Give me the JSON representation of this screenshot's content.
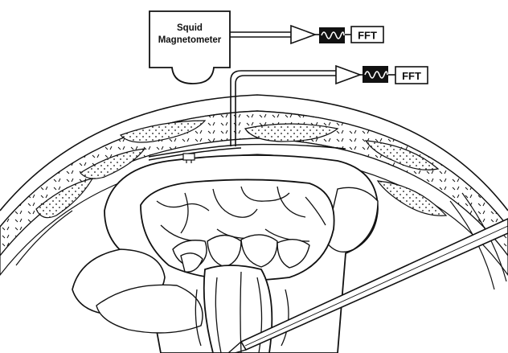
{
  "squid_box": {
    "line1": "Squid",
    "line2": "Magnetometer"
  },
  "upper_chain": {
    "fft_label": "FFT"
  },
  "lower_chain": {
    "fft_label": "FFT"
  },
  "icons": {
    "amplifier": "triangle-amplifier-icon",
    "filter": "waveform-filter-icon",
    "probe": "forceps-instrument-icon"
  },
  "colors": {
    "ink": "#111111",
    "paper": "#ffffff"
  }
}
